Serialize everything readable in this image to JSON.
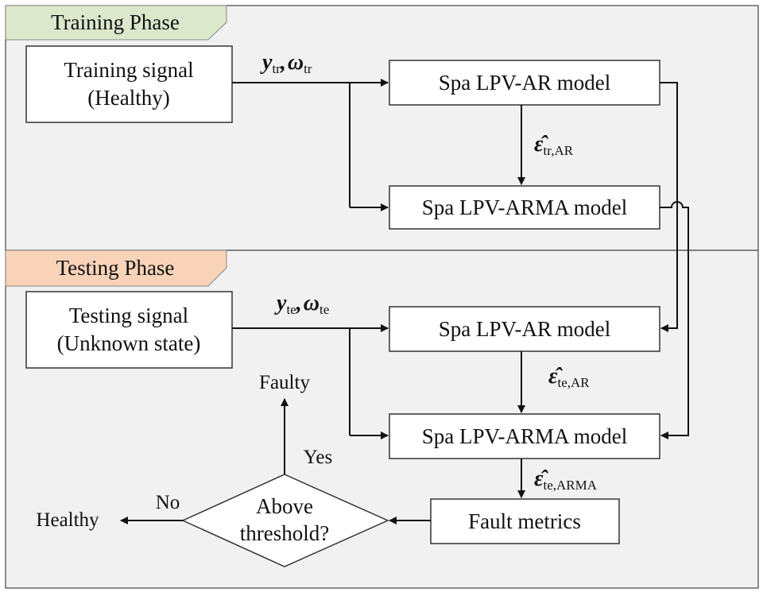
{
  "colors": {
    "panel_bg": "#f1f1f1",
    "training_tab": "#dbe8cc",
    "testing_tab": "#f8d3b8"
  },
  "training": {
    "phase_label": "Training Phase",
    "signal_line1": "Training signal",
    "signal_line2": "(Healthy)",
    "input_y": "y",
    "input_y_sub": "tr",
    "input_sep": ",",
    "input_w": "ω",
    "input_w_sub": "tr",
    "ar_model": "Spa LPV-AR model",
    "arma_model": "Spa LPV-ARMA model",
    "residual_symbol": "ε̂",
    "residual_sub": "tr,AR"
  },
  "testing": {
    "phase_label": "Testing Phase",
    "signal_line1": "Testing signal",
    "signal_line2": "(Unknown state)",
    "input_y": "y",
    "input_y_sub": "te",
    "input_sep": ",",
    "input_w": "ω",
    "input_w_sub": "te",
    "ar_model": "Spa LPV-AR model",
    "arma_model": "Spa LPV-ARMA model",
    "residual_ar_symbol": "ε̂",
    "residual_ar_sub": "te,AR",
    "residual_arma_symbol": "ε̂",
    "residual_arma_sub": "te,ARMA",
    "metrics": "Fault metrics",
    "decision_line1": "Above",
    "decision_line2": "threshold?",
    "yes_label": "Yes",
    "no_label": "No",
    "faulty_label": "Faulty",
    "healthy_label": "Healthy"
  }
}
